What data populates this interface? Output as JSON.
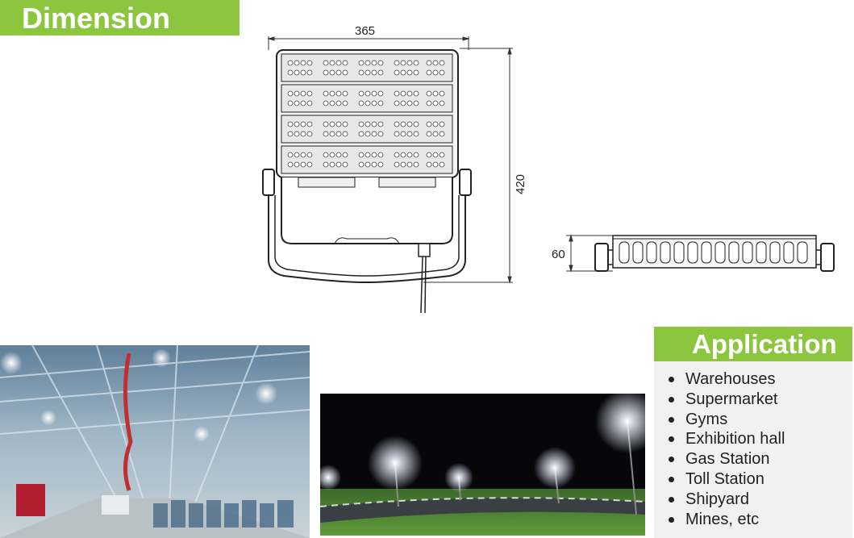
{
  "dimension_section": {
    "title": "Dimension",
    "front_view": {
      "width_label": "365",
      "height_label": "420"
    },
    "side_view": {
      "depth_label": "60"
    }
  },
  "application_section": {
    "title": "Application",
    "items": [
      "Warehouses",
      "Supermarket",
      "Gyms",
      "Exhibition hall",
      "Gas Station",
      "Toll Station",
      "Shipyard",
      "Mines, etc"
    ]
  },
  "colors": {
    "accent_green": "#8cc63f"
  }
}
